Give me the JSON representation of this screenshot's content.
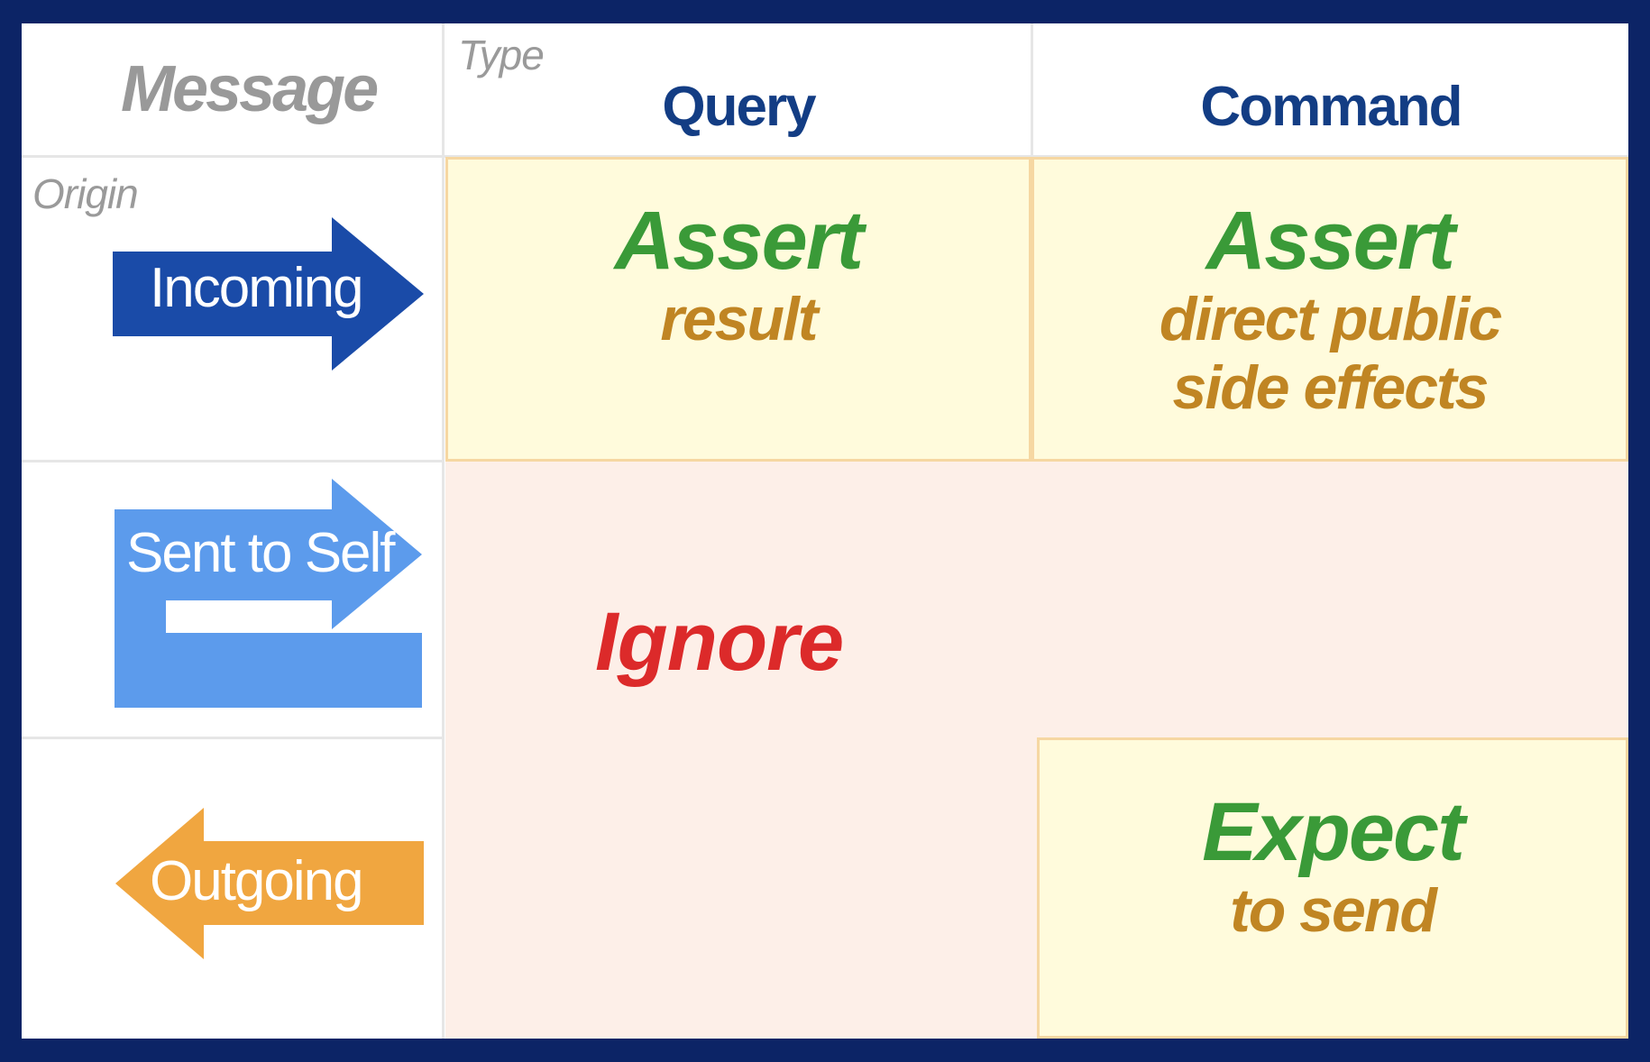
{
  "header": {
    "corner_label": "Message",
    "type_label": "Type",
    "origin_label": "Origin",
    "columns": [
      "Query",
      "Command"
    ]
  },
  "rows": {
    "incoming": "Incoming",
    "sent_to_self": "Sent to Self",
    "outgoing": "Outgoing"
  },
  "cells": {
    "incoming_query": {
      "action": "Assert",
      "detail": [
        "result"
      ]
    },
    "incoming_command": {
      "action": "Assert",
      "detail": [
        "direct public",
        "side effects"
      ]
    },
    "ignore": "Ignore",
    "outgoing_command": {
      "action": "Expect",
      "detail": [
        "to send"
      ]
    }
  },
  "colors": {
    "frame": "#0c2466",
    "incoming_arrow": "#1a4ba8",
    "self_arrow": "#5c9bec",
    "outgoing_arrow": "#f0a640",
    "action_text": "#3a9a38",
    "detail_text": "#c08523",
    "ignore_text": "#dc2a2a"
  }
}
